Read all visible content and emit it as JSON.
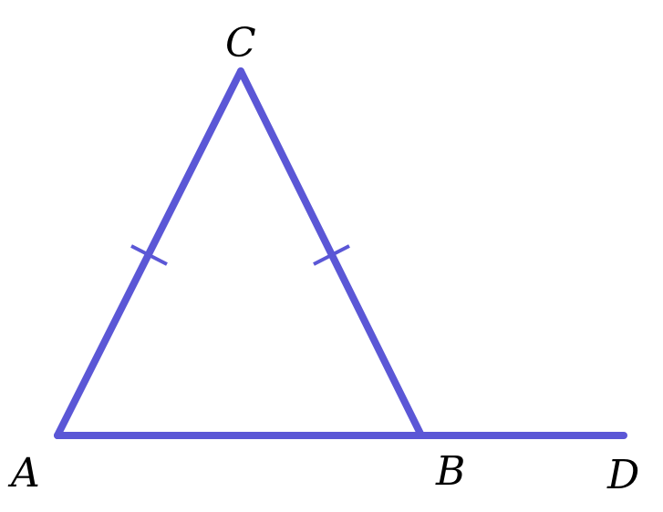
{
  "diagram": {
    "stroke_color": "#5b57d6",
    "points": {
      "A": "A",
      "B": "B",
      "C": "C",
      "D": "D"
    },
    "segments": [
      "AC",
      "CB",
      "AB",
      "BD"
    ],
    "equal_marks": [
      "AC",
      "CB"
    ]
  }
}
